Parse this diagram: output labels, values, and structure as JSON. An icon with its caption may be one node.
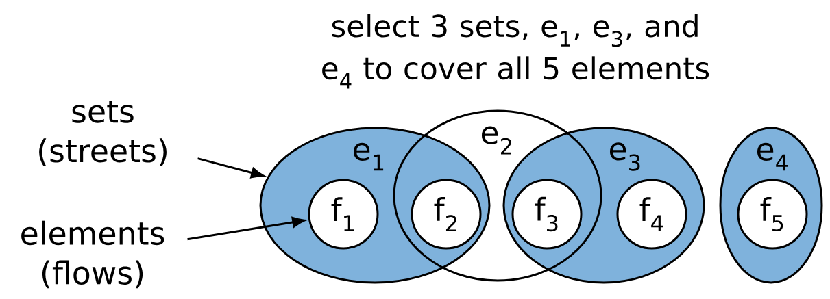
{
  "diagram": {
    "title": "select 3 sets, e$_{1}$, e$_{3}$, and e$_{4}$ to cover all 5 elements",
    "nodes": [
      {
        "text": [
          "sets (streets)"
        ]
      },
      {
        "text": [
          "elements (flows)"
        ]
      },
      {
        "text": [
          "e$_{1}$"
        ]
      },
      {
        "text": [
          "e$_{2}$"
        ]
      },
      {
        "text": [
          "e$_{3}$"
        ]
      },
      {
        "text": [
          "e$_{4}$"
        ]
      },
      {
        "text": [
          "f$_{1}$"
        ],
        "in": 2
      },
      {
        "text": [
          "f$_{2}$"
        ]
      },
      {
        "text": [
          "f$_{3}$"
        ]
      },
      {
        "text": [
          "f$_{4}$"
        ],
        "in": 4
      },
      {
        "text": [
          "f$_{5}$"
        ],
        "in": 5
      }
    ],
    "edges": [
      {
        "from": 0,
        "to": 2,
        "arrow": "to"
      },
      {
        "from": 1,
        "to": 6,
        "arrow": "to"
      }
    ]
  }
}
